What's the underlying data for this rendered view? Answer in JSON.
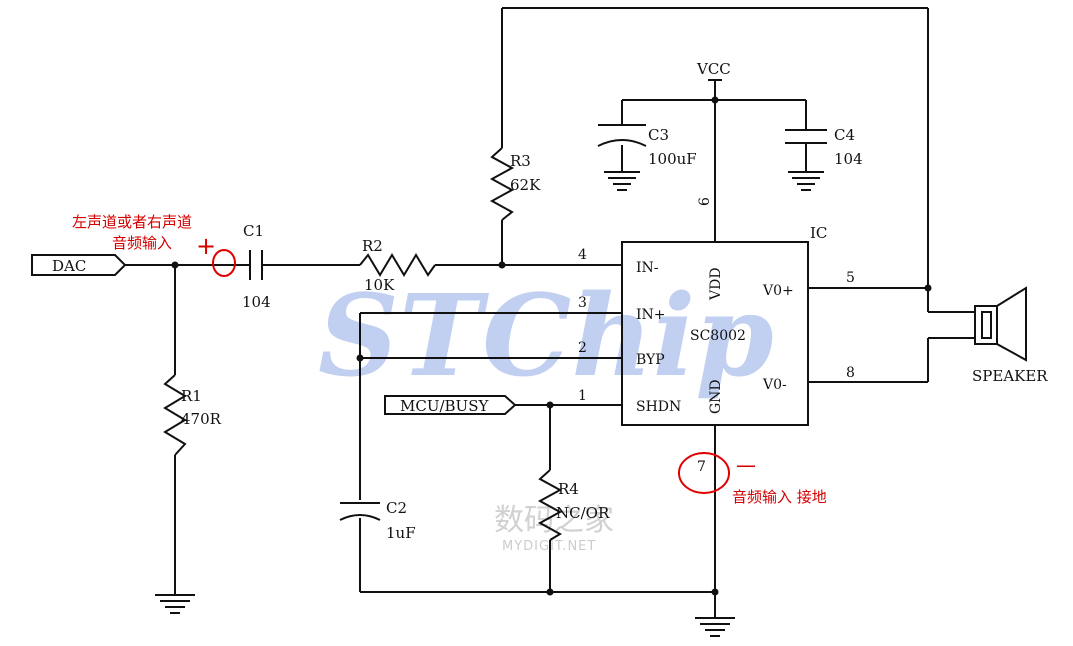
{
  "watermark": {
    "brand": "STChip",
    "site": "数码之家",
    "site_url": "MYDIGIT.NET"
  },
  "power": {
    "vcc": "VCC"
  },
  "ic": {
    "ref": "IC",
    "part": "SC8002",
    "vdd": "VDD",
    "gnd": "GND",
    "pins": {
      "in_minus": "IN-",
      "in_plus": "IN+",
      "byp": "BYP",
      "shdn": "SHDN",
      "vo_plus": "V0+",
      "vo_minus": "V0-"
    },
    "pin_numbers": {
      "in_minus": "4",
      "in_plus": "3",
      "byp": "2",
      "shdn": "1",
      "vo_plus": "5",
      "vo_minus": "8",
      "vdd": "6",
      "gnd": "7"
    }
  },
  "components": {
    "c1": {
      "ref": "C1",
      "value": "104"
    },
    "c2": {
      "ref": "C2",
      "value": "1uF"
    },
    "c3": {
      "ref": "C3",
      "value": "100uF"
    },
    "c4": {
      "ref": "C4",
      "value": "104"
    },
    "r1": {
      "ref": "R1",
      "value": "470R"
    },
    "r2": {
      "ref": "R2",
      "value": "10K"
    },
    "r3": {
      "ref": "R3",
      "value": "62K"
    },
    "r4": {
      "ref": "R4",
      "value": "NC/OR"
    }
  },
  "ports": {
    "dac": "DAC",
    "mcu": "MCU/BUSY",
    "speaker": "SPEAKER"
  },
  "annotations": {
    "input_line1": "左声道或者右声道",
    "input_line2": "音频输入",
    "plus_mark": "+",
    "gnd_note": "音频输入 接地",
    "minus_mark": "—"
  }
}
